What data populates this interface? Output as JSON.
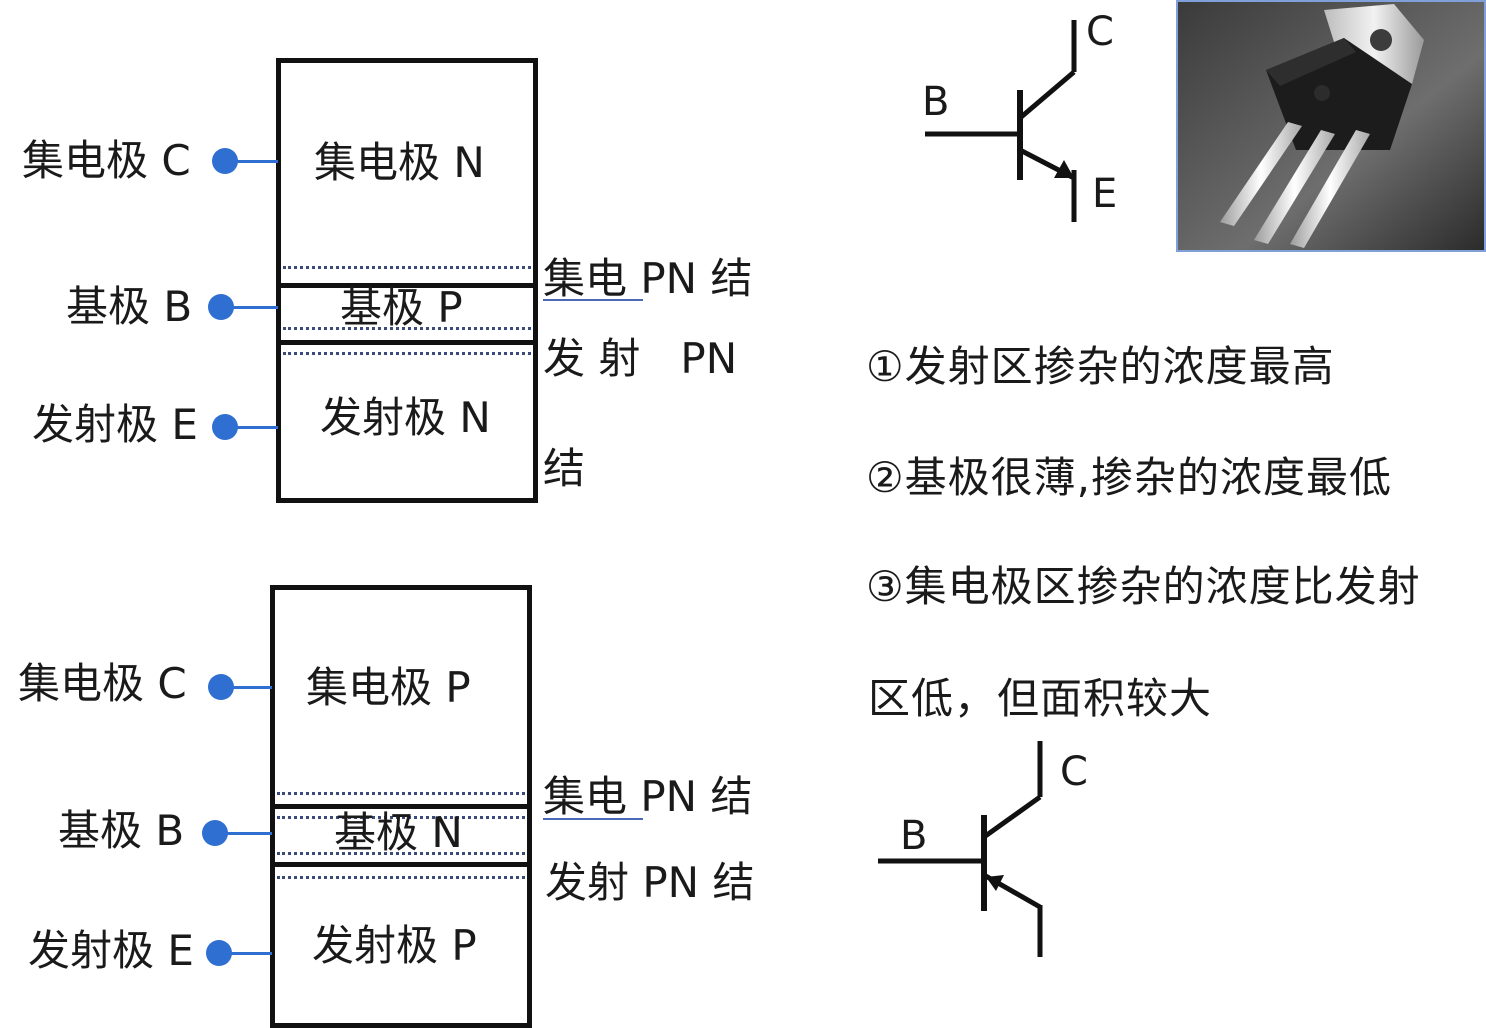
{
  "colors": {
    "accent": "#2f6fd1",
    "line": "#111111",
    "junction_dots": "#3a4a7a"
  },
  "npn": {
    "left_labels": {
      "collector": "集电极 C",
      "base": "基极 B",
      "emitter": "发射极 E"
    },
    "layers": {
      "collector": "集电极 N",
      "base": "基极 P",
      "emitter": "发射极 N"
    },
    "junctions": {
      "collector": "集电 PN 结",
      "emitter_line1": "发 射   PN",
      "emitter_line2": "结"
    }
  },
  "pnp": {
    "left_labels": {
      "collector": "集电极 C",
      "base": "基极 B",
      "emitter": "发射极 E"
    },
    "layers": {
      "collector": "集电极 P",
      "base": "基极 N",
      "emitter": "发射极 P"
    },
    "junctions": {
      "collector": "集电 PN 结",
      "emitter": "发射 PN 结"
    }
  },
  "symbol_npn": {
    "b": "B",
    "c": "C",
    "e": "E",
    "icon": "npn-transistor-symbol"
  },
  "symbol_pnp": {
    "b": "B",
    "c": "C",
    "icon": "pnp-transistor-symbol"
  },
  "photo": {
    "icon": "to220-transistor-photo"
  },
  "notes": [
    "①发射区掺杂的浓度最高",
    "②基极很薄,掺杂的浓度最低",
    "③集电极区掺杂的浓度比发射",
    "区低，但面积较大"
  ]
}
